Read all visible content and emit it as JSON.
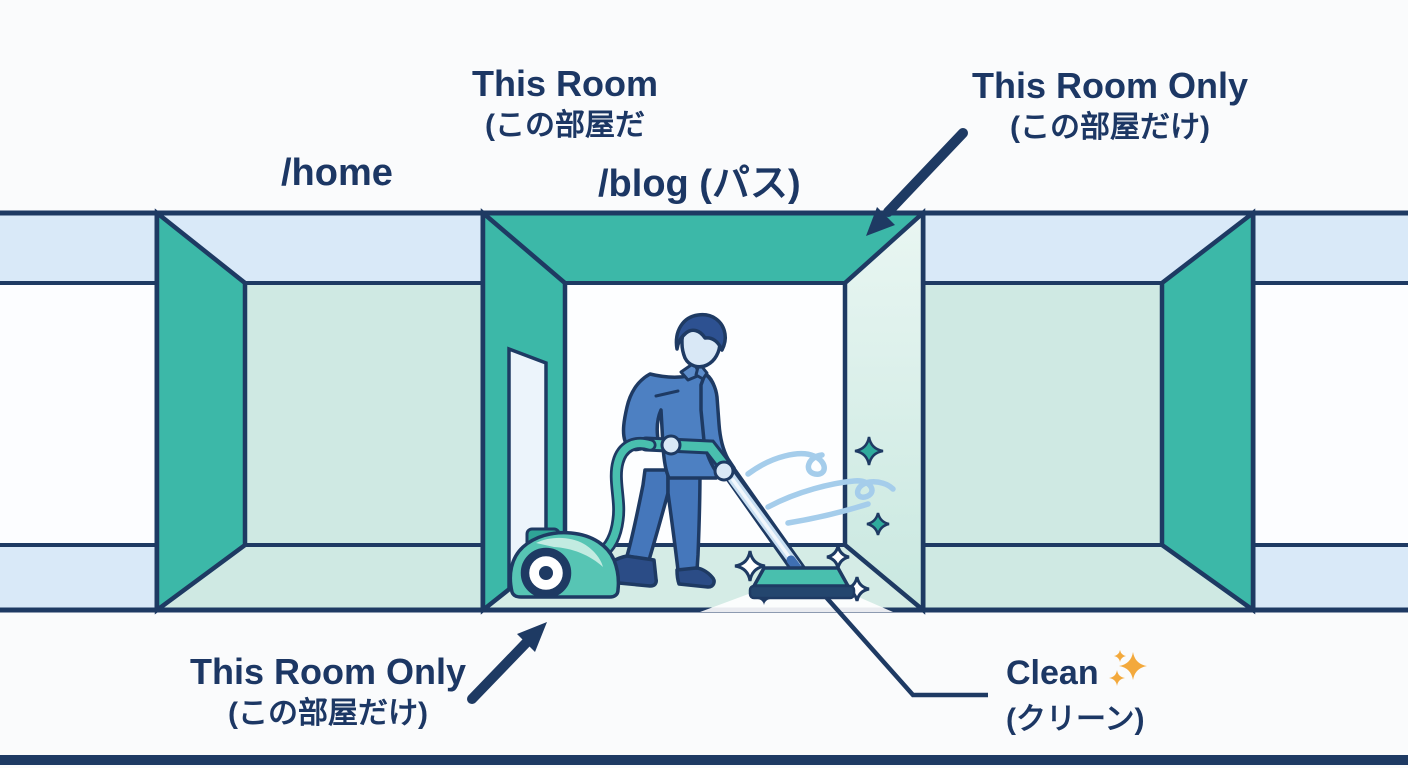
{
  "title": "Path scope rooms diagram",
  "labels": {
    "top_center": {
      "line1": "This Room",
      "line2": "(この部屋だ"
    },
    "top_right": {
      "line1": "This Room Only",
      "line2": "(この部屋だけ)"
    },
    "bottom_left": {
      "line1": "This Room Only",
      "line2": "(この部屋だけ)"
    },
    "clean": {
      "line1": "Clean",
      "line2": "(クリーン)"
    },
    "path_home": "/home",
    "path_blog": "/blog (パス)"
  },
  "icons": {
    "clean_sparkles": "sparkles-icon",
    "arrow_top": "arrow-down-left-icon",
    "arrow_bottom": "arrow-up-right-icon"
  },
  "colors": {
    "text_navy": "#1c3764",
    "line_navy": "#1e3a63",
    "teal_wall": "#3cb8a8",
    "mint": "#cfe9e3",
    "mint_floor": "#d5ece6",
    "light_blue": "#d9e9f8",
    "back_wall_white": "#fdfeff",
    "corridor_white": "#fcfdff",
    "person_blue": "#4d80c2",
    "pants_blue": "#4577bb",
    "vacuum_teal": "#57c5b4",
    "wind_blue": "#a5cdeb",
    "amber": "#f3a93c"
  }
}
